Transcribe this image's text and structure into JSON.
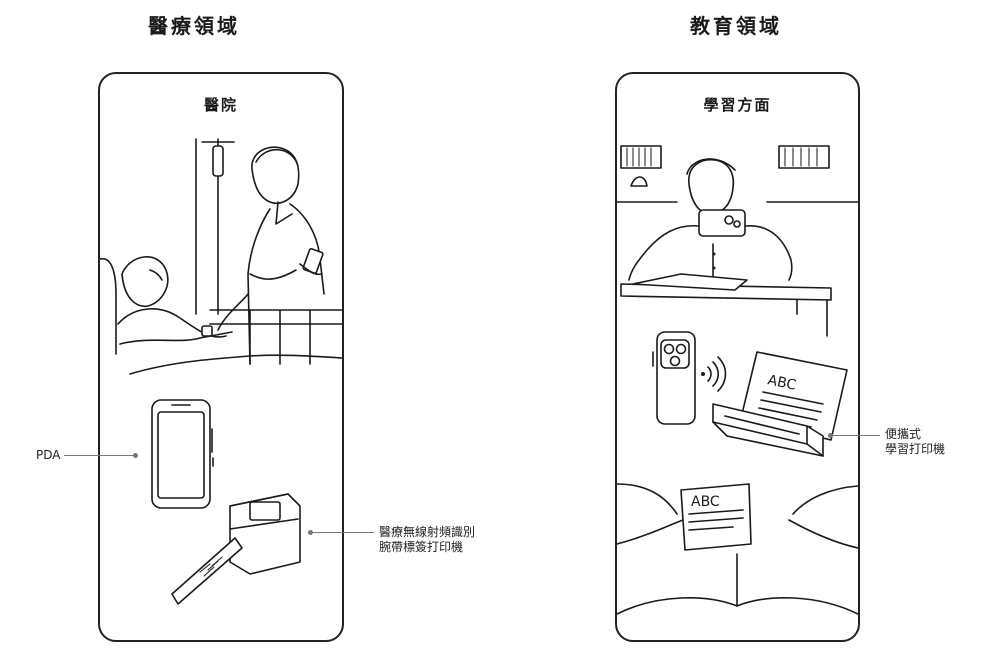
{
  "sections": {
    "left": {
      "title": "醫療領域",
      "card_title": "醫院",
      "callouts": {
        "pda": "PDA",
        "printer_line1": "醫療無線射頻識別",
        "printer_line2": "腕帶標簽打印機"
      }
    },
    "right": {
      "title": "教育領域",
      "card_title": "學習方面",
      "paper_text": "ABC",
      "callouts": {
        "portable_line1": "便攜式",
        "portable_line2": "學習打印機"
      }
    }
  },
  "icons": {
    "pda": "pda-device-icon",
    "wristband_printer": "label-printer-icon",
    "phone": "smartphone-icon",
    "portable_printer": "portable-printer-icon",
    "wireless": "wireless-signal-icon"
  }
}
